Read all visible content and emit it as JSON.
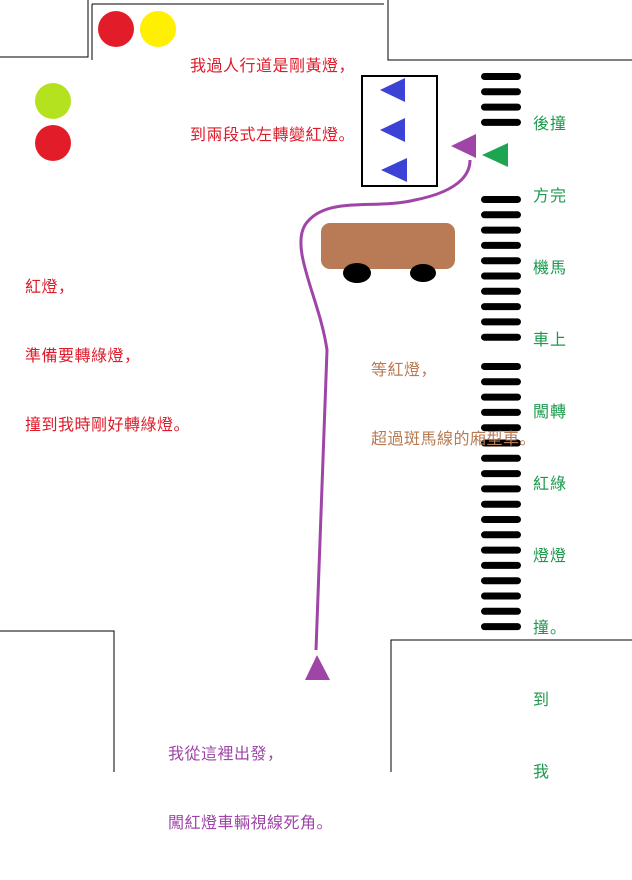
{
  "colors": {
    "red": "#e31c2a",
    "yellow": "#ffef00",
    "lime": "#b4e21e",
    "blue": "#3c42d6",
    "purple": "#9f45a7",
    "green": "#1ea552",
    "brown": "#b97b55",
    "black": "#000000",
    "caption_red": "#dd1b2a",
    "caption_brown": "#b87a52",
    "caption_green": "#1b9a4c"
  },
  "captions": {
    "top": {
      "line1": "我過人行道是剛黃燈，",
      "line2": "到兩段式左轉變紅燈。"
    },
    "left": {
      "line1": "紅燈，",
      "line2": "準備要轉綠燈，",
      "line3": "撞到我時剛好轉綠燈。"
    },
    "van": {
      "line1": "等紅燈，",
      "line2": "超過斑馬線的廂型車。"
    },
    "bottom": {
      "line1": "我從這裡出發，",
      "line2": "闖紅燈車輛視線死角。"
    },
    "scooter_columns": [
      "後撞",
      "方完",
      "機馬",
      "車上",
      "闖轉",
      "紅綠",
      "燈燈",
      "撞。",
      "到",
      "我"
    ]
  },
  "icons": {
    "traffic_light": "traffic-light-circle",
    "waiting_scooter": "triangle-left-icon",
    "my_scooter": "triangle-up-icon",
    "offending_scooter": "triangle-left-icon",
    "van": "van-icon"
  }
}
